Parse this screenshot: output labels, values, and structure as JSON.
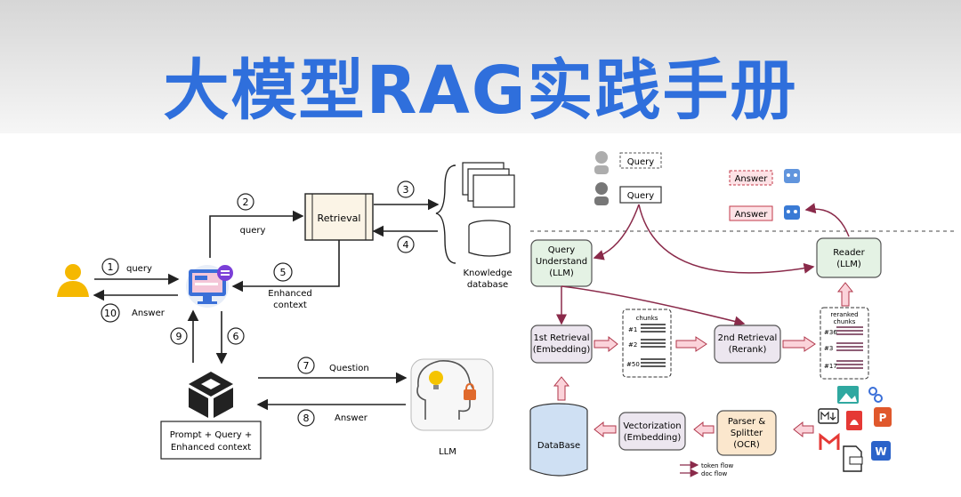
{
  "title": "大模型RAG实践手册",
  "left_diagram": {
    "steps": {
      "s1": {
        "num": "1",
        "label": "query"
      },
      "s2": {
        "num": "2",
        "label": "query"
      },
      "s3": {
        "num": "3"
      },
      "s4": {
        "num": "4"
      },
      "s5": {
        "num": "5",
        "label1": "Enhanced",
        "label2": "context"
      },
      "s6": {
        "num": "6"
      },
      "s7": {
        "num": "7",
        "label": "Question"
      },
      "s8": {
        "num": "8",
        "label": "Answer"
      },
      "s9": {
        "num": "9"
      },
      "s10": {
        "num": "10",
        "label": "Answer"
      }
    },
    "retrieval_label": "Retrieval",
    "kb_label1": "Knowledge",
    "kb_label2": "database",
    "prompt_label1": "Prompt +  Query +",
    "prompt_label2": "Enhanced context",
    "llm_label": "LLM"
  },
  "right_diagram": {
    "query_faded": "Query",
    "query": "Query",
    "answer_faded": "Answer",
    "answer": "Answer",
    "query_understand": [
      "Query",
      "Understand",
      "(LLM)"
    ],
    "reader": [
      "Reader",
      "(LLM)"
    ],
    "first_retrieval": [
      "1st Retrieval",
      "(Embedding)"
    ],
    "second_retrieval": [
      "2nd Retrieval",
      "(Rerank)"
    ],
    "chunks_label": "chunks",
    "chunk_ids": [
      "#1",
      "#2",
      "#50"
    ],
    "reranked_label1": "reranked",
    "reranked_label2": "chunks",
    "reranked_ids": [
      "#36",
      "#3",
      "#17"
    ],
    "database": "DataBase",
    "vectorization": [
      "Vectorization",
      "(Embedding)"
    ],
    "parser": [
      "Parser &",
      "Splitter",
      "(OCR)"
    ],
    "legend_token": "token flow",
    "legend_doc": "doc flow"
  }
}
